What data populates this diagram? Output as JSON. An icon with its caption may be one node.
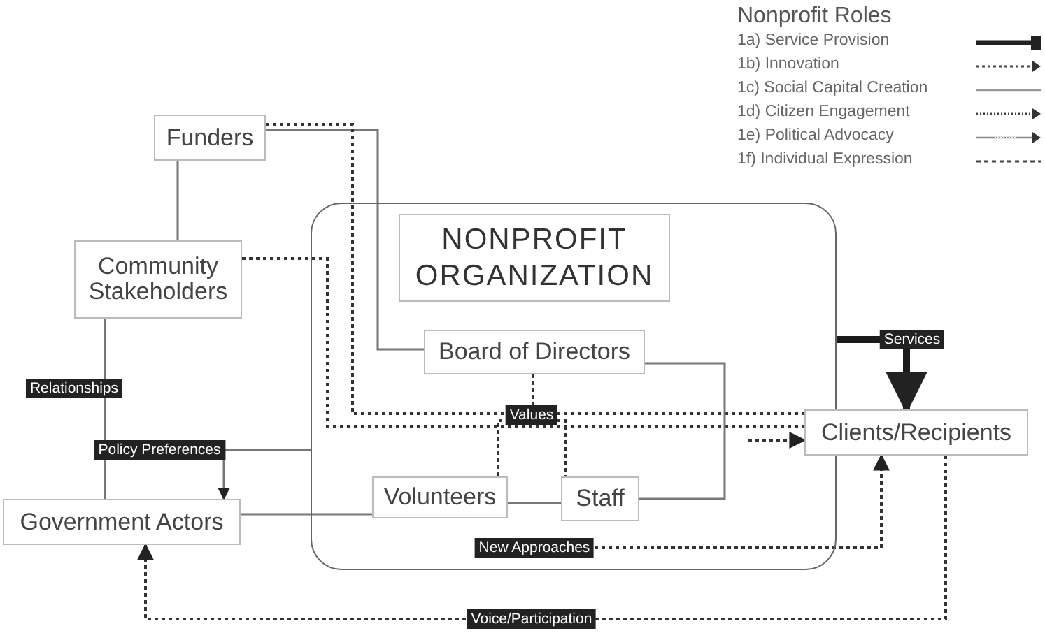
{
  "diagram": {
    "nodes": [
      {
        "text": [
          "Funders"
        ]
      },
      {
        "text": [
          "Community Stakeholders"
        ]
      },
      {
        "text": [
          "NONPROFIT ORGANIZATION"
        ]
      },
      {
        "text": [
          "Board of Directors"
        ],
        "in": 2
      },
      {
        "text": [
          "Volunteers"
        ],
        "in": 2
      },
      {
        "text": [
          "Staff"
        ],
        "in": 2
      },
      {
        "text": [
          "Clients/Recipients"
        ]
      },
      {
        "text": [
          "Government Actors"
        ]
      }
    ],
    "edges": [
      {
        "from": 0,
        "to": 1,
        "arrow": "none"
      },
      {
        "from": 0,
        "to": 3,
        "arrow": "none"
      },
      {
        "from": 0,
        "to": 6,
        "arrow": "none",
        "style": "dashed",
        "label": "Values"
      },
      {
        "from": 1,
        "to": 6,
        "arrow": "none",
        "style": "dashed"
      },
      {
        "from": 3,
        "to": 4,
        "arrow": "none",
        "style": "dashed"
      },
      {
        "from": 3,
        "to": 5,
        "arrow": "none",
        "style": "dashed"
      },
      {
        "from": 1,
        "to": 7,
        "arrow": "none",
        "label": "Relationships"
      },
      {
        "from": 2,
        "to": 7,
        "arrow": "to",
        "label": "Policy Preferences"
      },
      {
        "from": 7,
        "to": 4,
        "arrow": "none"
      },
      {
        "from": 4,
        "to": 5,
        "arrow": "none"
      },
      {
        "from": 3,
        "to": 5,
        "arrow": "none"
      },
      {
        "from": 2,
        "to": 6,
        "arrow": "to",
        "style": "thick",
        "color": "#1a1a1a",
        "label": "Services"
      },
      {
        "from": null,
        "to": 6,
        "arrow": "to",
        "style": "dashed"
      },
      {
        "from": null,
        "to": 6,
        "arrow": "to",
        "style": "dashed",
        "label": "New Approaches"
      },
      {
        "from": 6,
        "to": 7,
        "arrow": "to",
        "style": "dashed",
        "label": "Voice/Participation"
      }
    ],
    "labels": [
      "Nonprofit Roles"
    ],
    "legend": [
      {
        "text": "1a) Service Provision"
      },
      {
        "text": "1b) Innovation"
      },
      {
        "text": "1c) Social Capital Creation"
      },
      {
        "text": "1d) Citizen Engagement"
      },
      {
        "text": "1e) Political Advocacy"
      },
      {
        "text": "1f) Individual Expression"
      }
    ]
  }
}
